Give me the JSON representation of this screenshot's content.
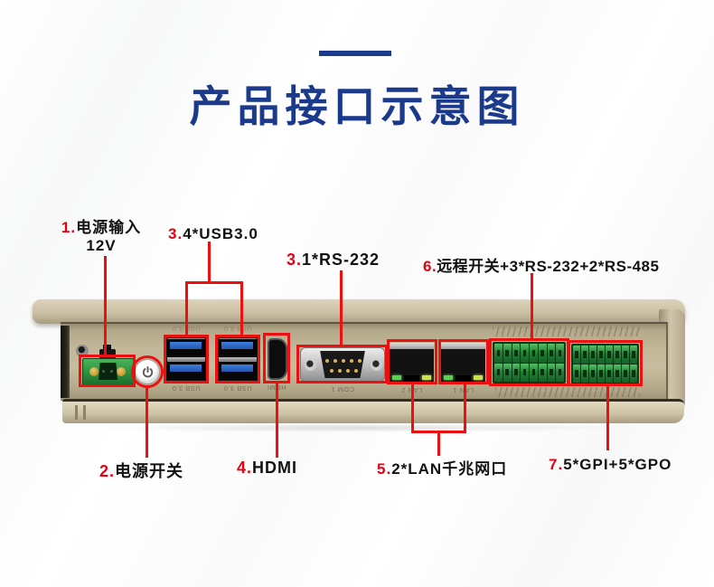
{
  "page": {
    "title": "产品接口示意图"
  },
  "callouts": {
    "power_input": {
      "num": "1.",
      "text": "电源输入",
      "sub": "12V"
    },
    "usb": {
      "num": "3.",
      "text": "4*USB3.0"
    },
    "rs232": {
      "num": "3.",
      "text": "1*RS-232"
    },
    "remote": {
      "num": "6.",
      "text": "远程开关+3*RS-232+2*RS-485"
    },
    "power_switch": {
      "num": "2.",
      "text": "电源开关"
    },
    "hdmi": {
      "num": "4.",
      "text": "HDMI"
    },
    "lan": {
      "num": "5.",
      "text": "2*LAN千兆网口"
    },
    "gpio": {
      "num": "7.",
      "text": "5*GPI+5*GPO"
    }
  },
  "device": {
    "printed": {
      "usb": "USB 3.0",
      "hdmi": "HDMI",
      "com": "COM 1",
      "lan2": "LAN 2",
      "lan1": "LAN 1"
    }
  },
  "colors": {
    "accent_blue": "#1c3a8c",
    "annotation_red": "#ee1010",
    "number_red": "#e60012"
  }
}
